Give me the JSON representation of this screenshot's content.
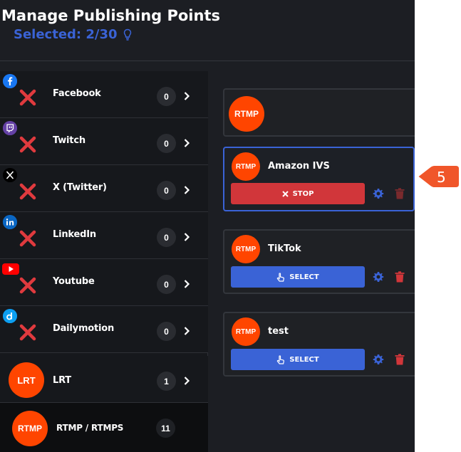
{
  "header": {
    "title": "Manage Publishing Points",
    "selected": "Selected: 2/30"
  },
  "colors": {
    "background": "#1c1e23",
    "accent_blue": "#3a63d6",
    "stop_red": "#d1363a",
    "brand_orange": "#ff4500"
  },
  "sidebar": {
    "items": [
      {
        "label": "Facebook",
        "count": "0",
        "icon": "facebook-icon"
      },
      {
        "label": "Twitch",
        "count": "0",
        "icon": "twitch-icon"
      },
      {
        "label": "X (Twitter)",
        "count": "0",
        "icon": "x-twitter-icon"
      },
      {
        "label": "LinkedIn",
        "count": "0",
        "icon": "linkedin-icon"
      },
      {
        "label": "Youtube",
        "count": "0",
        "icon": "youtube-icon"
      },
      {
        "label": "Dailymotion",
        "count": "0",
        "icon": "dailymotion-icon"
      },
      {
        "label": "LRT",
        "count": "1",
        "logo": "LRT"
      },
      {
        "label": "RTMP / RTMPS",
        "count": "11",
        "logo": "RTMP"
      }
    ]
  },
  "main": {
    "add_logo": "RTMP",
    "cards": [
      {
        "logo": "RTMP",
        "name": "Amazon IVS",
        "button": "STOP",
        "state": "active"
      },
      {
        "logo": "RTMP",
        "name": "TikTok",
        "button": "SELECT",
        "state": "idle"
      },
      {
        "logo": "RTMP",
        "name": "test",
        "button": "SELECT",
        "state": "idle"
      }
    ]
  },
  "callout": {
    "label": "5"
  }
}
